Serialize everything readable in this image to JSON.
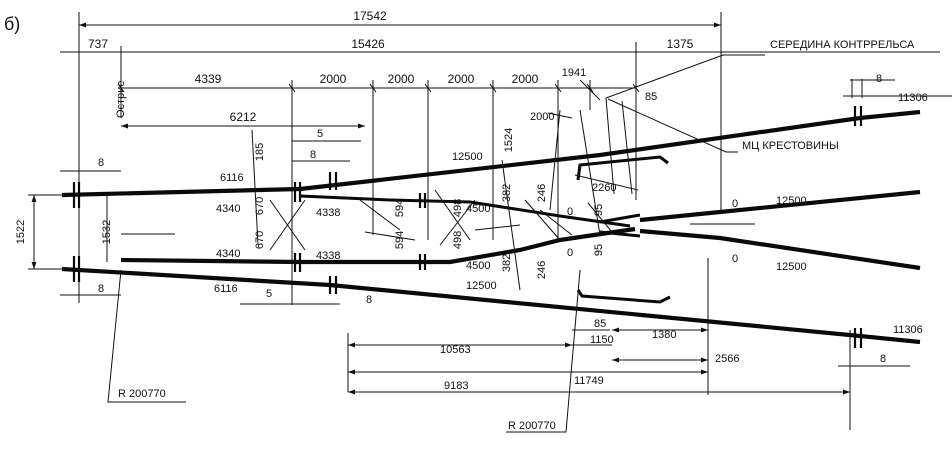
{
  "figure_label": "б)",
  "callouts": {
    "guard_rail_middle": "СЕРЕДИНА КОНТРРЕЛЬСА",
    "frog_center": "МЦ КРЕСТОВИНЫ",
    "point_label": "Острие",
    "radius_left": "R 200770",
    "radius_right": "R 200770"
  },
  "dims": {
    "total": "17542",
    "d737": "737",
    "d15426": "15426",
    "d1375": "1375",
    "d4339": "4339",
    "d2000a": "2000",
    "d2000b": "2000",
    "d2000c": "2000",
    "d2000d": "2000",
    "d1941": "1941",
    "d6212": "6212",
    "d8_tr": "8",
    "d11306_tr": "11306",
    "d85_top": "85",
    "d2000_diag": "2000",
    "d1524": "1524",
    "d12500_top": "12500",
    "d12500_mid": "12500",
    "d12500_r1": "12500",
    "d12500_r2": "12500",
    "d2260": "2260",
    "d185": "185",
    "d5_top": "5",
    "d8_top_in": "8",
    "d6116_top": "6116",
    "d8_left_top": "8",
    "d1522": "1522",
    "d1532": "1532",
    "d4340_top": "4340",
    "d670_top": "670",
    "d4338_top": "4338",
    "d594_top": "594",
    "d498_top": "498",
    "d4500_top": "4500",
    "d382_top": "382",
    "d246_top": "246",
    "d0_a": "0",
    "d95_a": "95",
    "d0_right_top": "0",
    "d670_bot": "670",
    "d4340_bot": "4340",
    "d4338_bot": "4338",
    "d594_bot": "594",
    "d498_bot": "498",
    "d4500_bot": "4500",
    "d382_bot": "382",
    "d246_bot": "246",
    "d0_b": "0",
    "d95_b": "95",
    "d0_right_bot": "0",
    "d8_left_bot": "8",
    "d6116_bot": "6116",
    "d5_bot": "5",
    "d8_bot_in": "8",
    "d85_bot": "85",
    "d1380": "1380",
    "d1150": "1150",
    "d11306_br": "11306",
    "d8_br": "8",
    "d10563": "10563",
    "d2566": "2566",
    "d11749": "11749",
    "d9183": "9183"
  }
}
